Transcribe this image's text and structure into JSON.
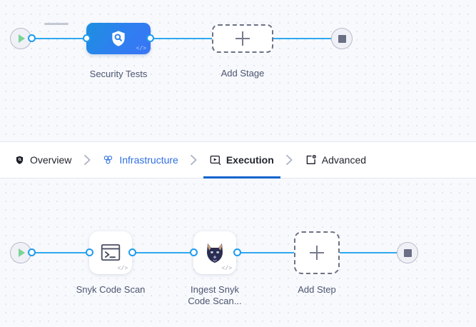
{
  "app": {
    "accent_blue": "#1e9bf0",
    "active_tab_underline": "#0b63ce",
    "canvas_bg": "#f7f9fc",
    "stage_node_gradient_from": "#1d8fe0",
    "stage_node_gradient_to": "#3a74f5",
    "play_green": "#7bd496",
    "stop_gray": "#6b6f85"
  },
  "stage_canvas": {
    "name": "pipeline-stage-canvas",
    "start_node": {
      "icon": "play-icon",
      "label": ""
    },
    "end_node": {
      "icon": "stop-icon",
      "label": ""
    },
    "nodes": [
      {
        "id": "security-tests",
        "label": "Security Tests",
        "icon": "shield-search-icon",
        "code_glyph": "</>"
      },
      {
        "id": "add-stage",
        "label": "Add Stage",
        "icon": "plus-icon"
      }
    ]
  },
  "tabs": {
    "name": "pipeline-config-tabs",
    "items": [
      {
        "id": "overview",
        "label": "Overview",
        "icon": "shield-icon",
        "state": "inactive"
      },
      {
        "id": "infrastructure",
        "label": "Infrastructure",
        "icon": "infrastructure-icon",
        "state": "link"
      },
      {
        "id": "execution",
        "label": "Execution",
        "icon": "execution-play-icon",
        "state": "active"
      },
      {
        "id": "advanced",
        "label": "Advanced",
        "icon": "advanced-gear-icon",
        "state": "inactive"
      }
    ],
    "separator": "chevron-right-icon"
  },
  "step_canvas": {
    "name": "pipeline-step-canvas",
    "start_node": {
      "icon": "play-icon",
      "label": ""
    },
    "end_node": {
      "icon": "stop-icon",
      "label": ""
    },
    "nodes": [
      {
        "id": "snyk-code-scan",
        "label": "Snyk Code Scan",
        "icon": "terminal-icon",
        "code_glyph": "</>"
      },
      {
        "id": "ingest-snyk-code-scan",
        "label": "Ingest Snyk\nCode Scan...",
        "icon": "snyk-dog-icon",
        "code_glyph": "</>"
      },
      {
        "id": "add-step",
        "label": "Add Step",
        "icon": "plus-icon"
      }
    ]
  }
}
